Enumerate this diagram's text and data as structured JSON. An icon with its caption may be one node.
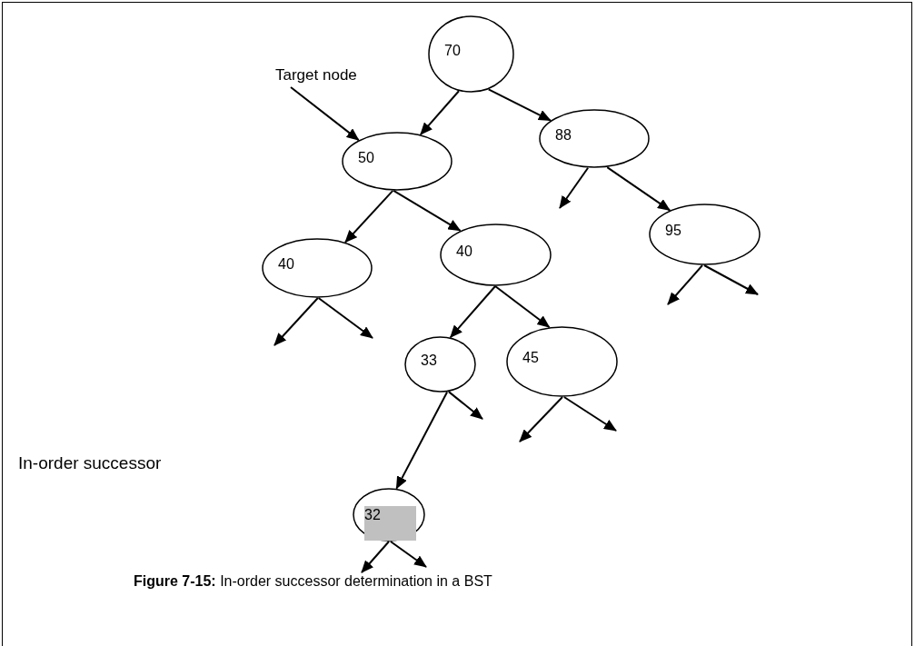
{
  "diagram": {
    "caption": "**Figure 7-15:** In-order successor determination in a BST",
    "nodes": [
      {
        "text": [
          "70"
        ]
      },
      {
        "text": [
          "Target node"
        ]
      },
      {
        "text": [
          "50"
        ]
      },
      {
        "text": [
          "88"
        ]
      },
      {
        "text": [
          "95"
        ]
      },
      {
        "text": [
          "40"
        ]
      },
      {
        "text": [
          "40"
        ]
      },
      {
        "text": [
          "33"
        ]
      },
      {
        "text": [
          "45"
        ]
      },
      {
        "text": [
          "32"
        ]
      }
    ],
    "edges": [
      {
        "from": 1,
        "to": 2,
        "arrow": "to"
      },
      {
        "from": 0,
        "to": 2,
        "arrow": "to"
      },
      {
        "from": 0,
        "to": 3,
        "arrow": "to"
      },
      {
        "from": 3,
        "to": null,
        "arrow": "to"
      },
      {
        "from": 3,
        "to": 4,
        "arrow": "to"
      },
      {
        "from": 4,
        "to": null,
        "arrow": "to"
      },
      {
        "from": 4,
        "to": null,
        "arrow": "to"
      },
      {
        "from": 2,
        "to": 5,
        "arrow": "to"
      },
      {
        "from": 2,
        "to": 6,
        "arrow": "to"
      },
      {
        "from": 5,
        "to": null,
        "arrow": "to"
      },
      {
        "from": 5,
        "to": null,
        "arrow": "to"
      },
      {
        "from": 6,
        "to": 7,
        "arrow": "to"
      },
      {
        "from": 6,
        "to": 8,
        "arrow": "to"
      },
      {
        "from": 7,
        "to": 9,
        "arrow": "to"
      },
      {
        "from": 7,
        "to": null,
        "arrow": "to"
      },
      {
        "from": 8,
        "to": null,
        "arrow": "to"
      },
      {
        "from": 8,
        "to": null,
        "arrow": "to"
      },
      {
        "from": 9,
        "to": null,
        "arrow": "to"
      },
      {
        "from": 9,
        "to": null,
        "arrow": "to"
      }
    ],
    "labels": [
      "In-order successor"
    ]
  }
}
